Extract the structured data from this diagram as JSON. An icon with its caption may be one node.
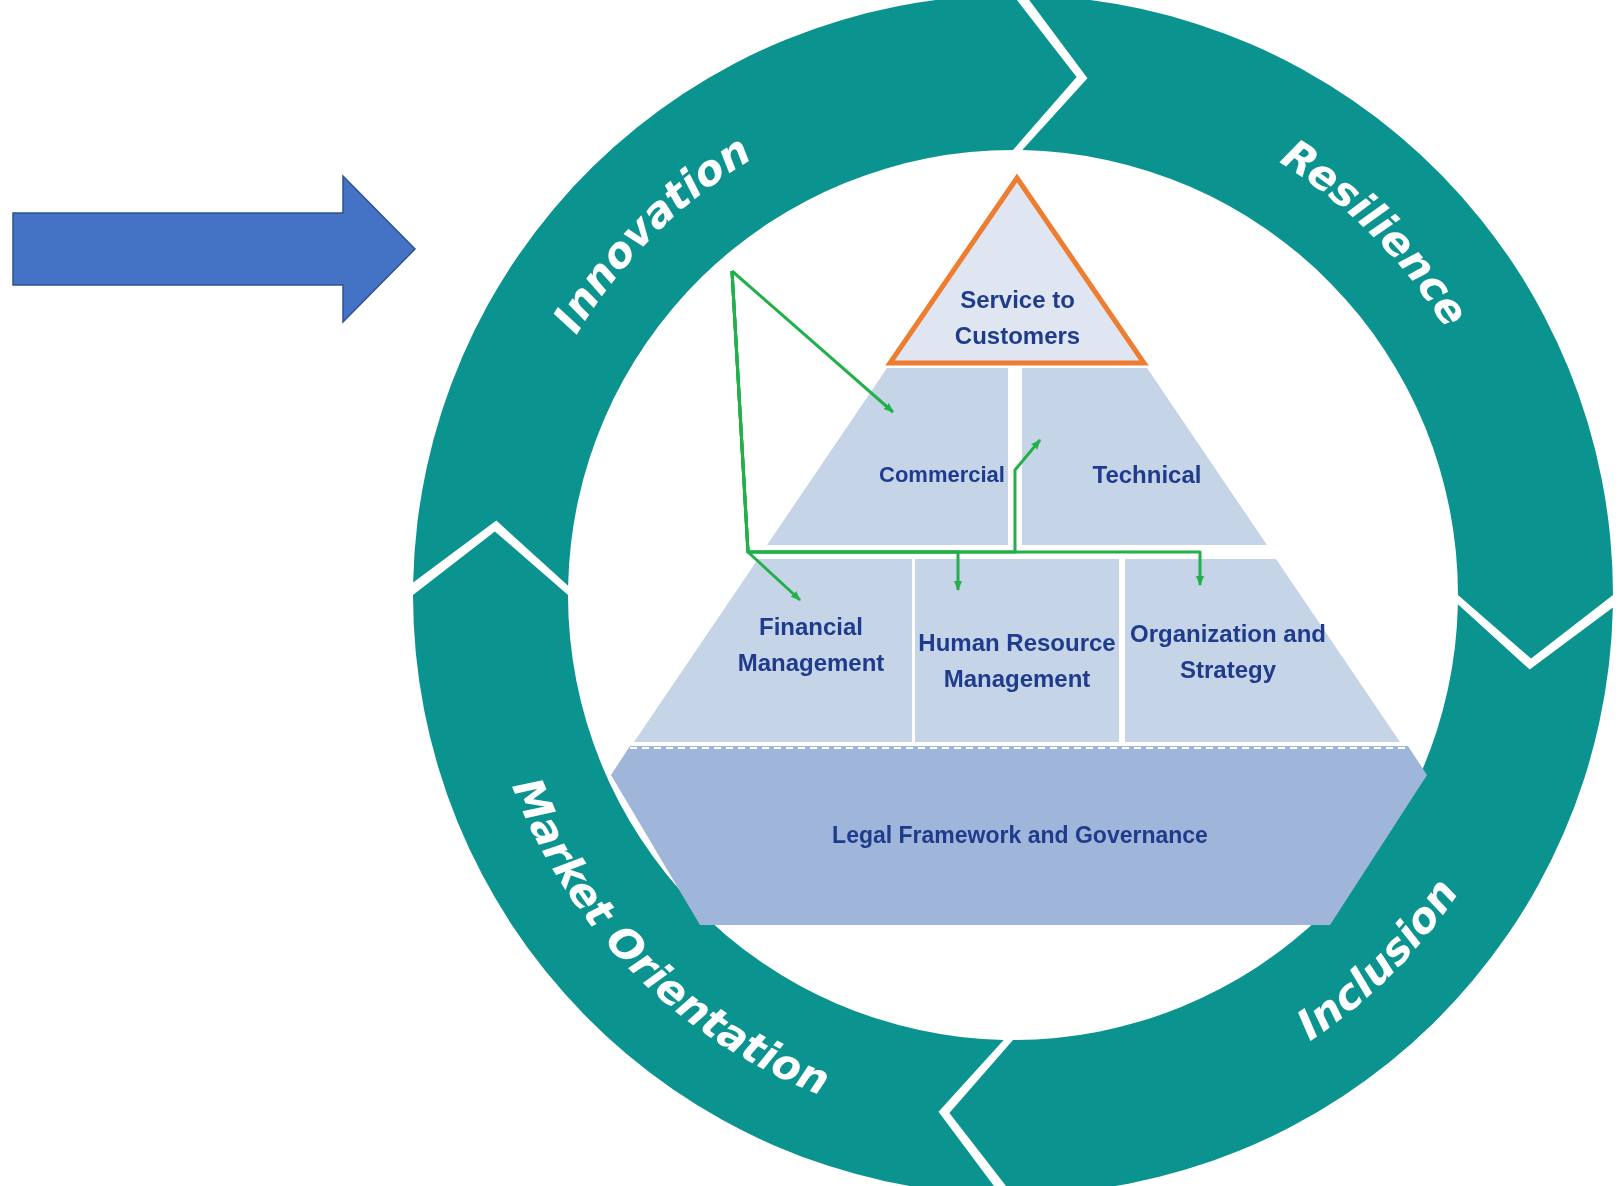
{
  "diagram": {
    "nodes": [
      {
        "text": [
          "Innovation"
        ]
      },
      {
        "text": [
          "Resilience"
        ]
      },
      {
        "text": [
          "Service to Customers"
        ]
      },
      {
        "text": [
          "Commercial"
        ]
      },
      {
        "text": [
          "Technical"
        ]
      },
      {
        "text": [
          "Financial Management"
        ]
      },
      {
        "text": [
          "Human Resource Management"
        ]
      },
      {
        "text": [
          "Organization and Strategy"
        ]
      },
      {
        "text": [
          "Legal Framework and Governance"
        ]
      },
      {
        "text": [
          "Market Orientation"
        ]
      },
      {
        "text": [
          "Inclusion"
        ]
      }
    ],
    "edges": [
      {
        "from": null,
        "to": 0,
        "arrow": "to",
        "style": "thick",
        "color": "#4472c4"
      },
      {
        "from": 0,
        "to": 3,
        "arrow": "to"
      },
      {
        "from": 0,
        "to": 4,
        "arrow": "to"
      },
      {
        "from": 0,
        "to": 5,
        "arrow": "to"
      },
      {
        "from": 0,
        "to": 6,
        "arrow": "to"
      },
      {
        "from": 0,
        "to": 7,
        "arrow": "to"
      }
    ]
  }
}
